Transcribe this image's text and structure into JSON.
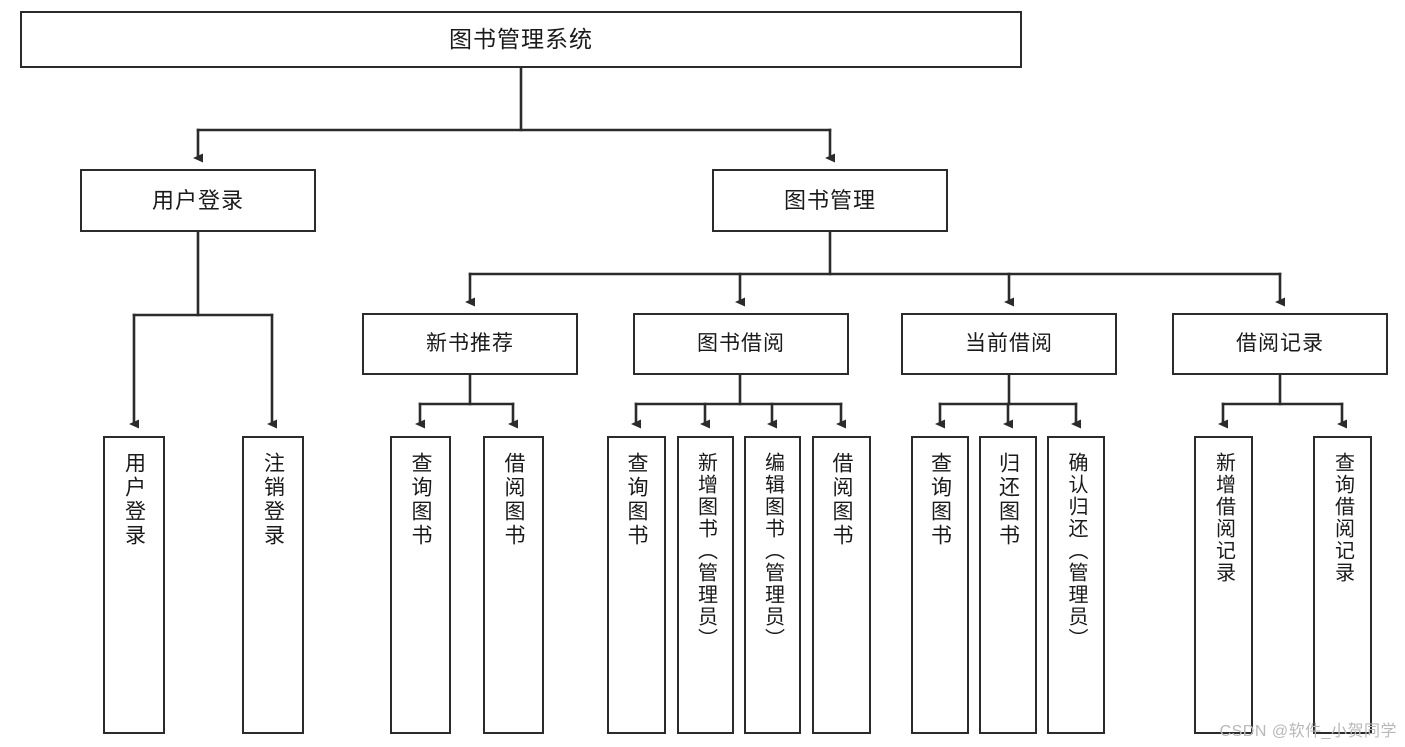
{
  "diagram": {
    "type": "tree",
    "title": "图书管理系统",
    "root": {
      "label": "图书管理系统"
    },
    "level2": [
      {
        "label": "用户登录"
      },
      {
        "label": "图书管理"
      }
    ],
    "level3": [
      {
        "label": "新书推荐"
      },
      {
        "label": "图书借阅"
      },
      {
        "label": "当前借阅"
      },
      {
        "label": "借阅记录"
      }
    ],
    "leaves": {
      "user_login": [
        {
          "label": "用户登录"
        },
        {
          "label": "注销登录"
        }
      ],
      "new_book_recommend": [
        {
          "label": "查询图书"
        },
        {
          "label": "借阅图书"
        }
      ],
      "book_borrow": [
        {
          "label": "查询图书"
        },
        {
          "label": "新增图书（管理员）"
        },
        {
          "label": "编辑图书（管理员）"
        },
        {
          "label": "借阅图书"
        }
      ],
      "current_borrow": [
        {
          "label": "查询图书"
        },
        {
          "label": "归还图书"
        },
        {
          "label": "确认归还（管理员）"
        }
      ],
      "borrow_record": [
        {
          "label": "新增借阅记录"
        },
        {
          "label": "查询借阅记录"
        }
      ]
    }
  },
  "watermark": {
    "text": "CSDN @软件_小贺同学"
  },
  "colors": {
    "stroke": "#2b2b2b",
    "background": "#ffffff",
    "text": "#1a1a1a",
    "watermark": "#b8b8b8"
  }
}
